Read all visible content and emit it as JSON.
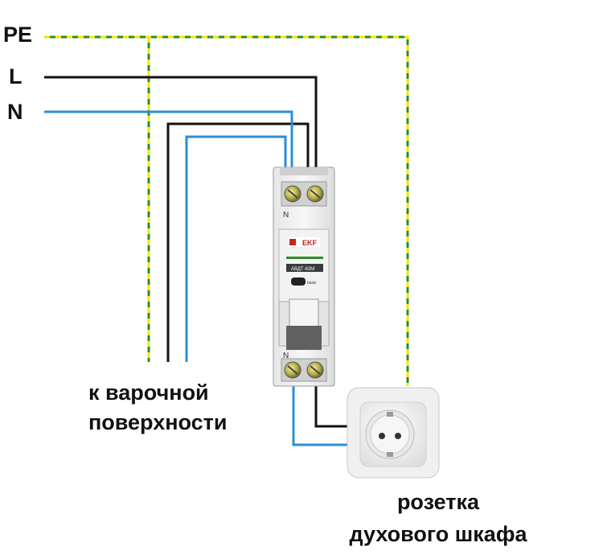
{
  "lines": {
    "pe": "PE",
    "l": "L",
    "n": "N"
  },
  "breaker": {
    "brand": "EKF",
    "model": "АВДТ-63М",
    "sub": "basic",
    "terminal_top_n": "N",
    "terminal_bottom_n": "N"
  },
  "labels": {
    "cooktop_line1": "к варочной",
    "cooktop_line2": "поверхности",
    "socket_line1": "розетка",
    "socket_line2": "духового шкафа"
  },
  "colors": {
    "phase": "#111111",
    "neutral": "#2a8fd6",
    "pe_green": "#2e8b2e",
    "pe_yellow": "#f2e600"
  }
}
